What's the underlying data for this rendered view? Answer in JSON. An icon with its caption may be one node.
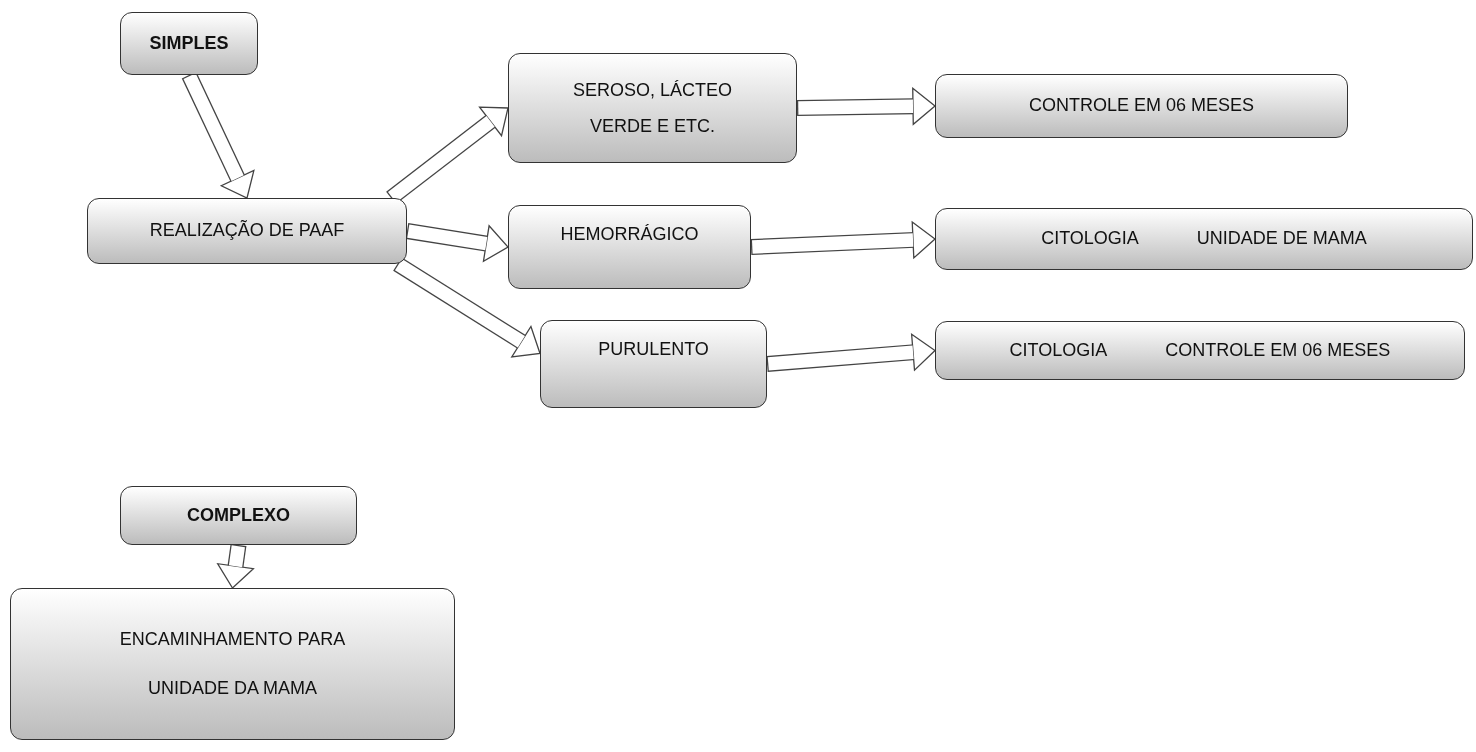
{
  "diagram": {
    "nodes": [
      {
        "text": [
          "SIMPLES"
        ]
      },
      {
        "text": [
          "REALIZAÇÃO DE PAAF"
        ]
      },
      {
        "text": [
          "SEROSO, LÁCTEO VERDE E ETC."
        ]
      },
      {
        "text": [
          "HEMORRÁGICO"
        ]
      },
      {
        "text": [
          "PURULENTO"
        ]
      },
      {
        "text": [
          "CONTROLE EM 06 MESES"
        ]
      },
      {
        "text": [
          "CITOLOGIA",
          "UNIDADE DE MAMA"
        ]
      },
      {
        "text": [
          "CITOLOGIA",
          "CONTROLE EM 06 MESES"
        ]
      },
      {
        "text": [
          "COMPLEXO"
        ]
      },
      {
        "text": [
          "ENCAMINHAMENTO PARA UNIDADE DA MAMA"
        ]
      }
    ],
    "edges": [
      {
        "from": 0,
        "to": 1,
        "arrow": "to"
      },
      {
        "from": 1,
        "to": 2,
        "arrow": "to"
      },
      {
        "from": 1,
        "to": 3,
        "arrow": "to"
      },
      {
        "from": 1,
        "to": 4,
        "arrow": "to"
      },
      {
        "from": 2,
        "to": 5,
        "arrow": "to"
      },
      {
        "from": 3,
        "to": 6,
        "arrow": "to"
      },
      {
        "from": 4,
        "to": 7,
        "arrow": "to"
      },
      {
        "from": 8,
        "to": 9,
        "arrow": "to"
      }
    ]
  }
}
